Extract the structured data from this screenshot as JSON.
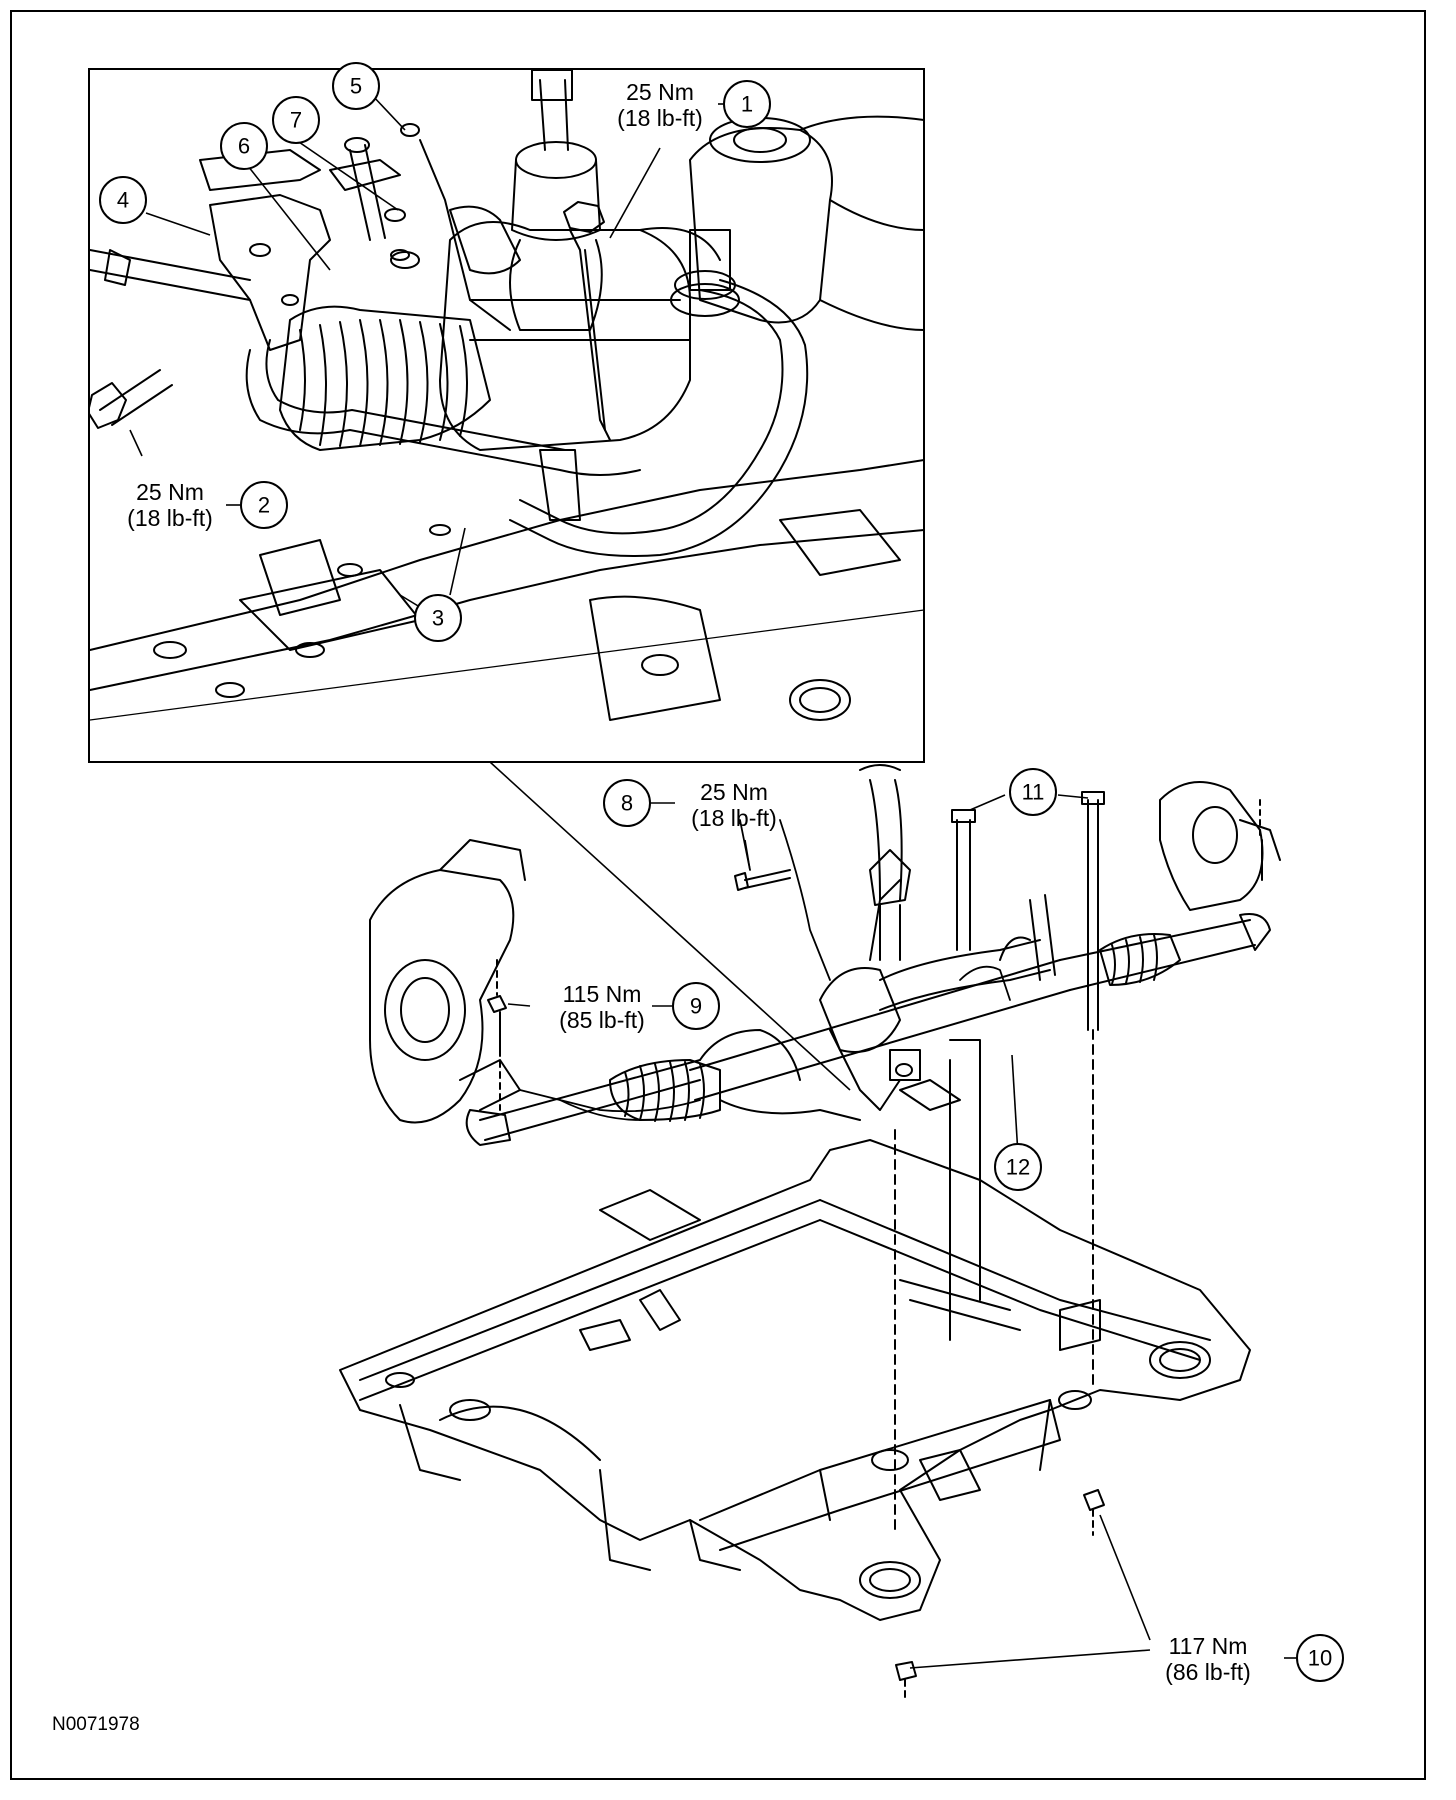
{
  "figure_code": "N0071978",
  "callouts": [
    {
      "num": "1",
      "torque_nm": "25 Nm",
      "torque_lbft": "(18 lb-ft)"
    },
    {
      "num": "2",
      "torque_nm": "25 Nm",
      "torque_lbft": "(18 lb-ft)"
    },
    {
      "num": "3"
    },
    {
      "num": "4"
    },
    {
      "num": "5"
    },
    {
      "num": "6"
    },
    {
      "num": "7"
    },
    {
      "num": "8",
      "torque_nm": "25 Nm",
      "torque_lbft": "(18 lb-ft)"
    },
    {
      "num": "9",
      "torque_nm": "115 Nm",
      "torque_lbft": "(85 lb-ft)"
    },
    {
      "num": "10",
      "torque_nm": "117 Nm",
      "torque_lbft": "(86 lb-ft)"
    },
    {
      "num": "11"
    },
    {
      "num": "12"
    }
  ]
}
